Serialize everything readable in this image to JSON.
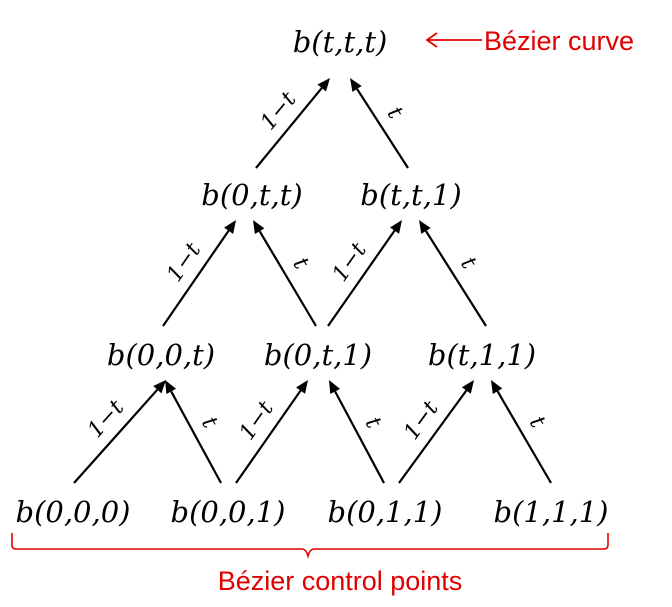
{
  "colors": {
    "annotation": "#e00000",
    "diagram": "#000000"
  },
  "nodes": {
    "apex": "b(t,t,t)",
    "level1_left": "b(0,t,t)",
    "level1_right": "b(t,t,1)",
    "level2_left": "b(0,0,t)",
    "level2_mid": "b(0,t,1)",
    "level2_right": "b(t,1,1)",
    "cp0": "b(0,0,0)",
    "cp1": "b(0,0,1)",
    "cp2": "b(0,1,1)",
    "cp3": "b(1,1,1)"
  },
  "weights": {
    "left": "1−t",
    "right": "t"
  },
  "annotations": {
    "curve_label": "Bézier curve",
    "control_points_label": "Bézier control points"
  },
  "edges": [
    {
      "from": "cp0",
      "to": "level2_left",
      "weight": "left"
    },
    {
      "from": "cp1",
      "to": "level2_left",
      "weight": "right"
    },
    {
      "from": "cp1",
      "to": "level2_mid",
      "weight": "left"
    },
    {
      "from": "cp2",
      "to": "level2_mid",
      "weight": "right"
    },
    {
      "from": "cp2",
      "to": "level2_right",
      "weight": "left"
    },
    {
      "from": "cp3",
      "to": "level2_right",
      "weight": "right"
    },
    {
      "from": "level2_left",
      "to": "level1_left",
      "weight": "left"
    },
    {
      "from": "level2_mid",
      "to": "level1_left",
      "weight": "right"
    },
    {
      "from": "level2_mid",
      "to": "level1_right",
      "weight": "left"
    },
    {
      "from": "level2_right",
      "to": "level1_right",
      "weight": "right"
    },
    {
      "from": "level1_left",
      "to": "apex",
      "weight": "left"
    },
    {
      "from": "level1_right",
      "to": "apex",
      "weight": "right"
    }
  ]
}
